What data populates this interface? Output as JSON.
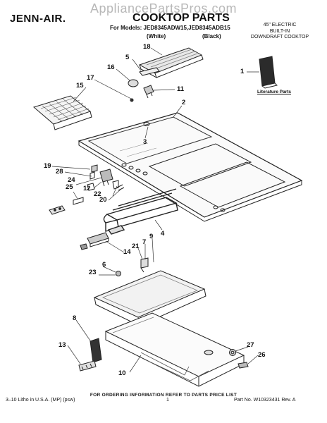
{
  "watermark": "AppliancePartsPros.com",
  "header": {
    "brand": "JENN-AIR.",
    "title": "COOKTOP PARTS",
    "models": "For Models: JED8345ADW15,JED8345ADB15",
    "color_white": "(White)",
    "color_black": "(Black)",
    "description_lines": [
      "45\" ELECTRIC",
      "BUILT-IN",
      "DOWNDRAFT COOKTOP"
    ]
  },
  "literature_label": "Literature Parts",
  "callouts": [
    "18",
    "5",
    "16",
    "17",
    "11",
    "15",
    "1",
    "2",
    "3",
    "19",
    "28",
    "24",
    "25",
    "12",
    "22",
    "20",
    "4",
    "9",
    "21",
    "7",
    "14",
    "6",
    "23",
    "8",
    "13",
    "27",
    "26",
    "10"
  ],
  "footer": {
    "order_info": "FOR ORDERING INFORMATION REFER TO PARTS PRICE LIST",
    "litho": "3–10 Litho in U.S.A. (MP) (psw)",
    "page": "1",
    "part_no": "Part No. W10323431 Rev. A"
  }
}
